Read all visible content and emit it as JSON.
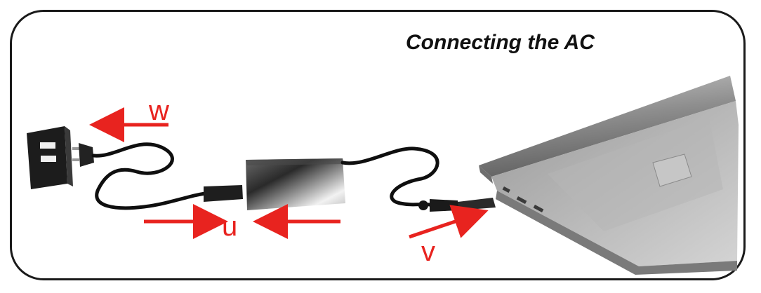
{
  "title": "Connecting the AC",
  "labels": {
    "w": "w",
    "u": "u",
    "v": "v"
  },
  "colors": {
    "arrow": "#e8231f",
    "frame": "#1a1a1a",
    "text": "#111111"
  },
  "icons": [
    "wall-outlet-icon",
    "ac-adapter-icon",
    "laptop-icon"
  ]
}
